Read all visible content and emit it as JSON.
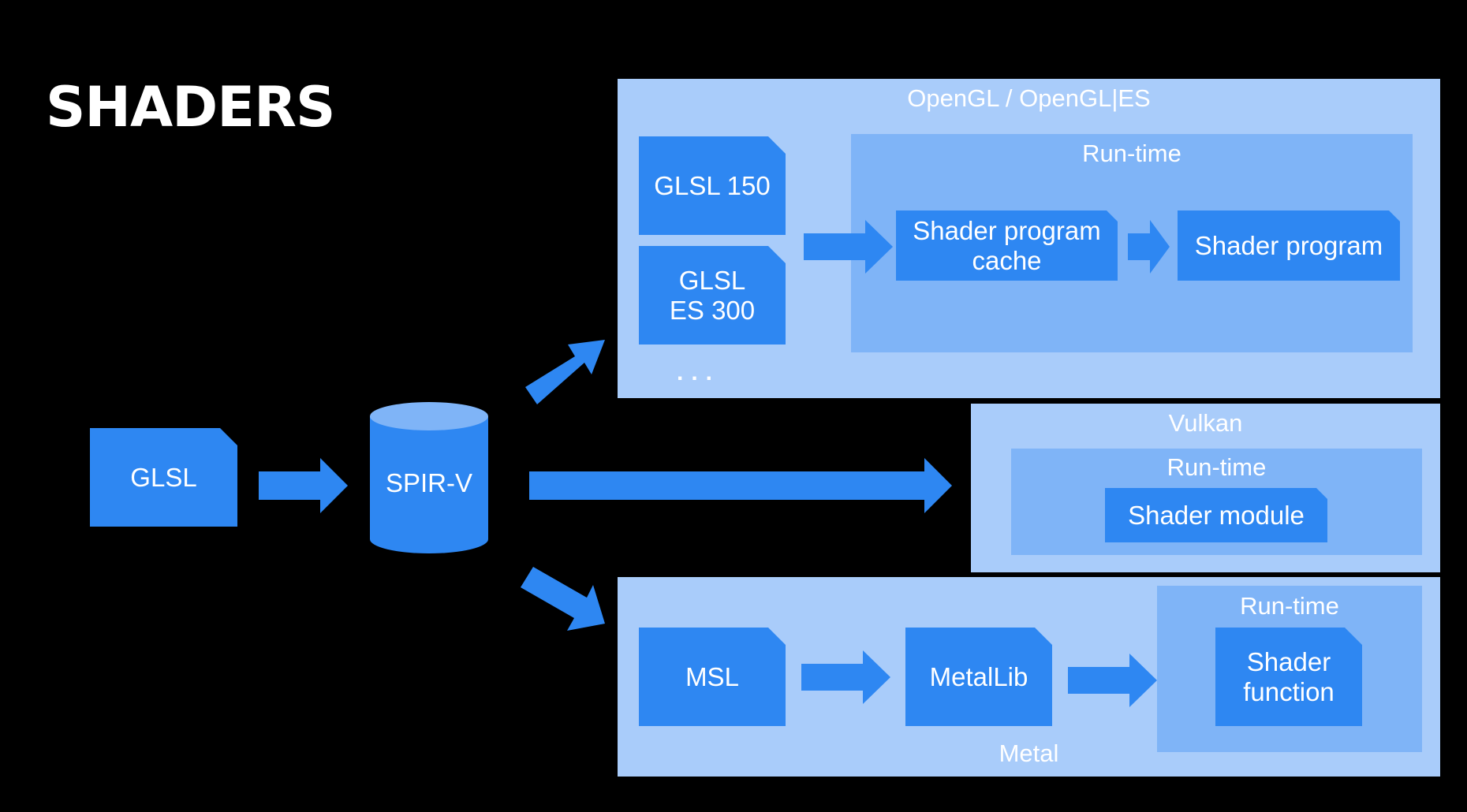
{
  "title": "SHADERS",
  "source": {
    "glsl": "GLSL",
    "spirv": "SPIR-V"
  },
  "opengl": {
    "title": "OpenGL / OpenGL|ES",
    "glsl150": "GLSL 150",
    "glsles300": "GLSL ES 300",
    "ellipsis": "...",
    "runtime": {
      "title": "Run-time",
      "cache": "Shader program cache",
      "program": "Shader program"
    }
  },
  "vulkan": {
    "title": "Vulkan",
    "runtime": {
      "title": "Run-time",
      "module": "Shader module"
    }
  },
  "metal": {
    "title": "Metal",
    "msl": "MSL",
    "metallib": "MetalLib",
    "runtime": {
      "title": "Run-time",
      "function": "Shader function"
    }
  },
  "colors": {
    "background": "#000000",
    "region": "#a9ccfa",
    "runtime": "#7fb4f7",
    "node": "#2e87f2",
    "text": "#ffffff"
  }
}
